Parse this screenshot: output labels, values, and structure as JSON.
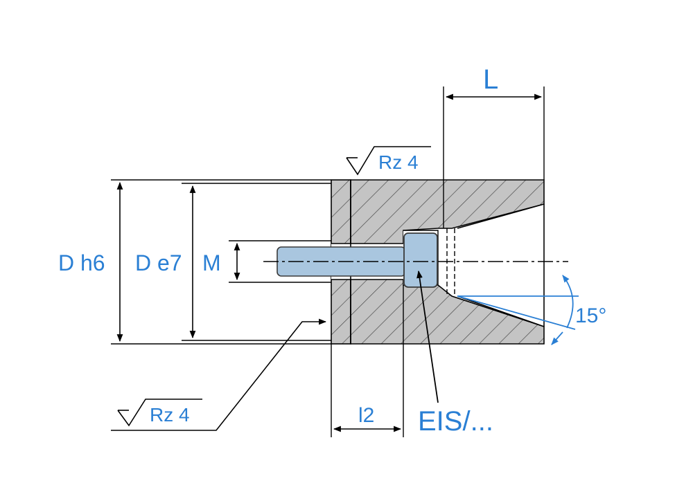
{
  "labels": {
    "dim_L": "L",
    "roughness_top": "Rz 4",
    "roughness_bottom": "Rz 4",
    "dim_D_h6": "D h6",
    "dim_D_e7": "D e7",
    "dim_M": "M",
    "dim_l2": "l2",
    "angle": "15°",
    "part_callout": "EIS/..."
  },
  "colors": {
    "label_blue": "#2a7fd4",
    "line_black": "#000000",
    "section_gray": "#c4c4c4",
    "hatch": "#4a4a4a",
    "insert_blue": "#a9c6df",
    "insert_outline": "#3a3a3a"
  }
}
